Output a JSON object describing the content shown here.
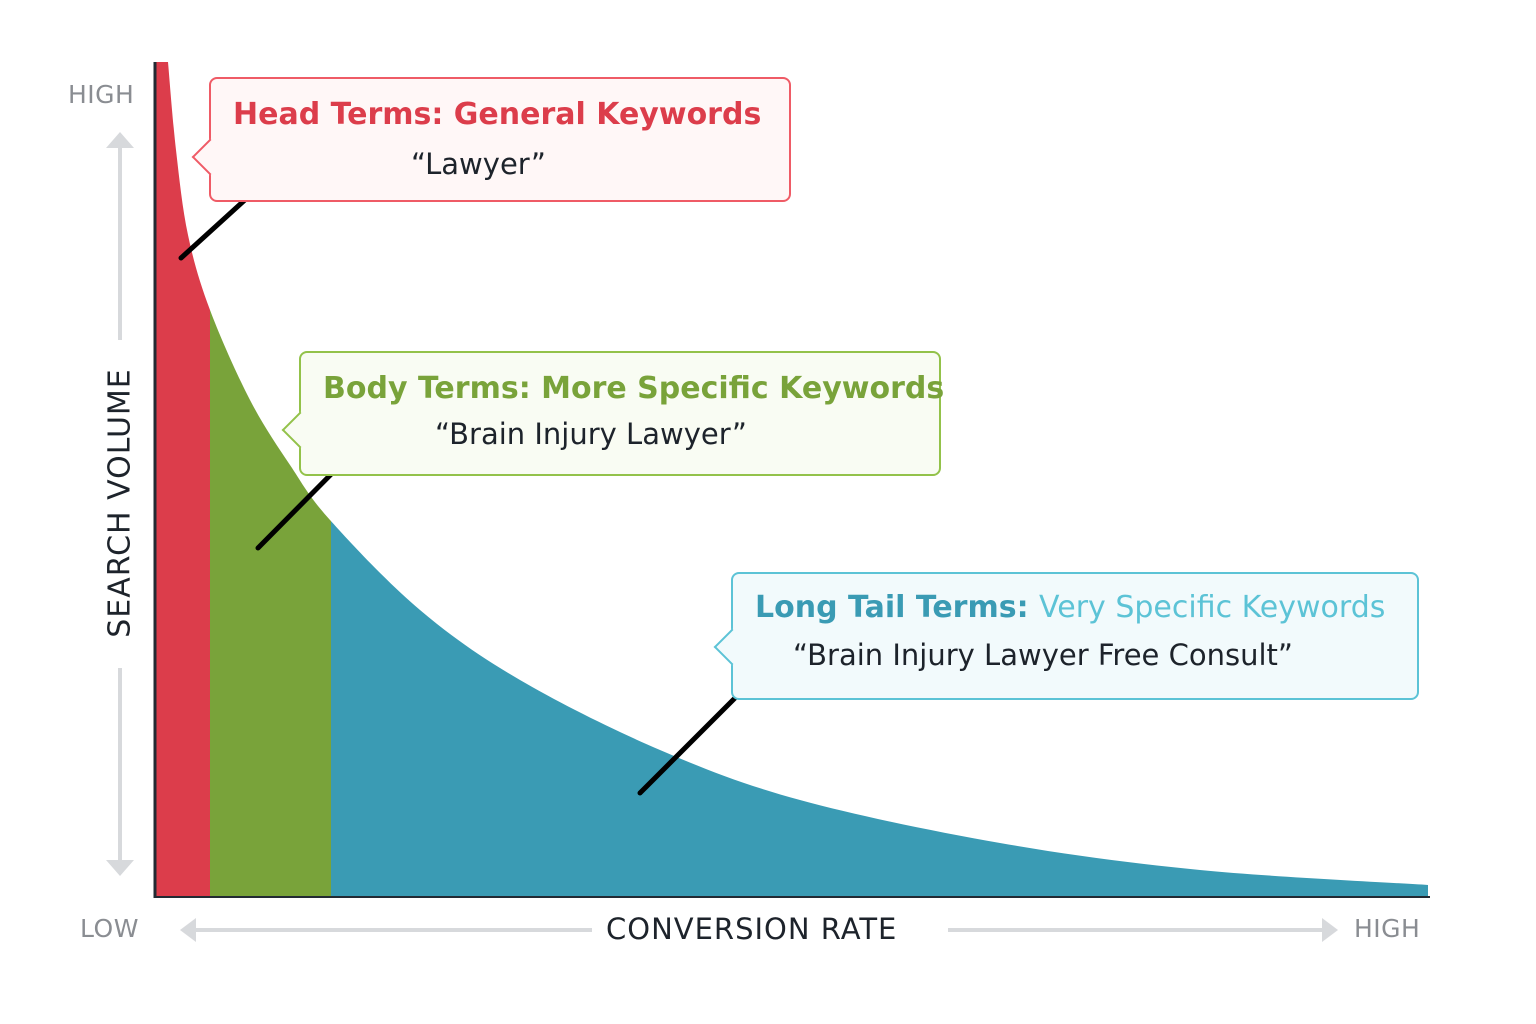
{
  "y_axis": {
    "label": "SEARCH VOLUME",
    "high": "HIGH"
  },
  "x_axis": {
    "label": "CONVERSION RATE",
    "low": "LOW",
    "high": "HIGH"
  },
  "segments": [
    {
      "name": "head",
      "color": "#dc3d4b",
      "title_bold": "Head Terms: General Keywords",
      "title_light": "",
      "example": "“Lawyer”",
      "border": "#ef5b66",
      "bg": "#fff7f7"
    },
    {
      "name": "body",
      "color": "#79a33a",
      "title_bold": "Body Terms: More Specific Keywords",
      "title_light": "",
      "example": "“Brain Injury Lawyer”",
      "border": "#93c24a",
      "bg": "#f9fcf3"
    },
    {
      "name": "long-tail",
      "color": "#3a9bb4",
      "title_bold": "Long Tail Terms:",
      "title_light": "Very Specific Keywords",
      "example": "“Brain Injury Lawyer Free Consult”",
      "border": "#5cc3d6",
      "bg": "#f2fafc"
    }
  ]
}
